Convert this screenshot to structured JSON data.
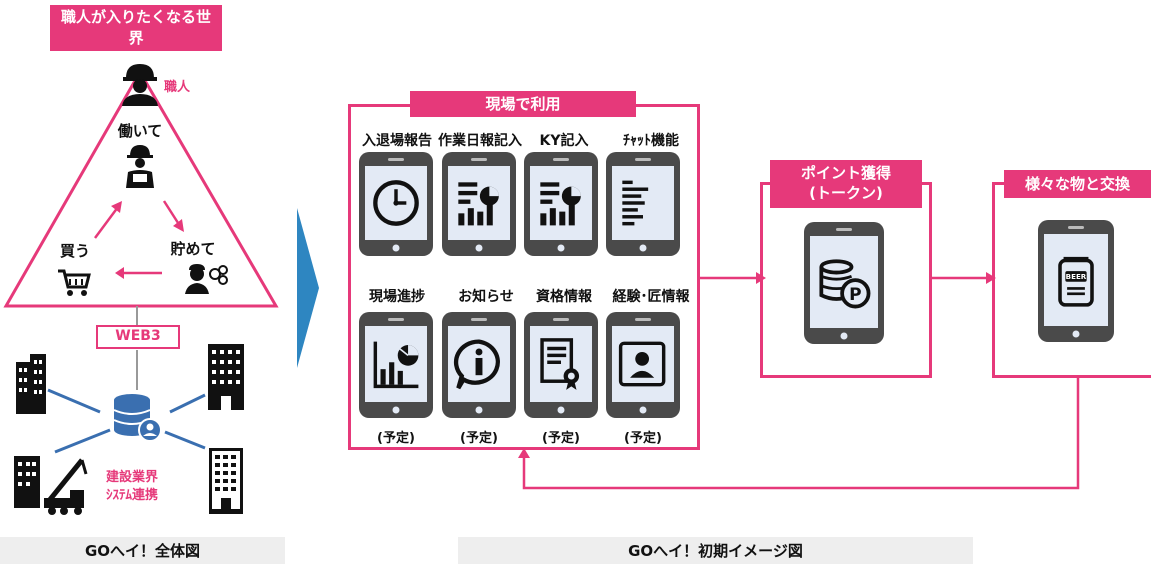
{
  "left": {
    "header": "職人が入りたくなる世界",
    "top_role": "職人",
    "work": "働いて",
    "save": "貯めて",
    "buy": "買う",
    "web3": "WEB3",
    "network_label_1": "建設業界",
    "network_label_2": "ｼｽﾃﾑ連携",
    "caption": "GOへイ！全体図"
  },
  "right": {
    "usage_header": "現場で利用",
    "apps_row1": [
      "入退場報告",
      "作業日報記入",
      "KY記入",
      "ﾁｬｯﾄ機能"
    ],
    "apps_row2": [
      "現場進捗",
      "お知らせ",
      "資格情報",
      "経験･匠情報"
    ],
    "planned": "(予定)",
    "points_header_1": "ポイント獲得",
    "points_header_2": "(トークン)",
    "exchange_header": "様々な物と交換",
    "beer_label": "BEER",
    "caption": "GOへイ！初期イメージ図"
  },
  "colors": {
    "accent": "#e6397a",
    "phone_dark": "#4a4a4a",
    "screen_light": "#e3eaf5",
    "arrow_blue": "#2e86c1"
  }
}
